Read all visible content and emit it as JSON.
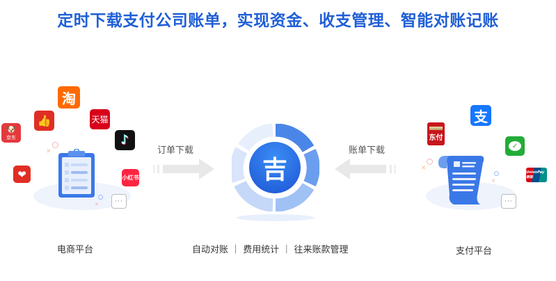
{
  "title": "定时下载支付公司账单，实现资金、收支管理、智能对账记账",
  "left": {
    "label": "电商平台",
    "apps": [
      {
        "name": "jd",
        "text": "京东",
        "color": "#e4393c"
      },
      {
        "name": "pinduoduo",
        "text": "",
        "color": "#e02e24"
      },
      {
        "name": "taobao",
        "text": "淘",
        "color": "#ff6a00"
      },
      {
        "name": "tmall",
        "text": "天猫",
        "color": "#d9001b"
      },
      {
        "name": "douyin",
        "text": "♪",
        "color": "#111111"
      },
      {
        "name": "pinduoduo-heart",
        "text": "",
        "color": "#e02e24"
      },
      {
        "name": "xiaohongshu",
        "text": "小红书",
        "color": "#ff2442"
      }
    ],
    "more": "···"
  },
  "center": {
    "logo_char": "吉",
    "features": "自动对账 ｜ 费用统计 ｜ 往来账款管理"
  },
  "arrows": {
    "left_label": "订单下载",
    "right_label": "账单下载"
  },
  "right": {
    "label": "支付平台",
    "apps": [
      {
        "name": "dongfu",
        "text": "东付",
        "color": "#c8161d"
      },
      {
        "name": "alipay",
        "text": "支",
        "color": "#1677ff"
      },
      {
        "name": "wechat-pay",
        "text": "✓",
        "color": "#22ac38"
      },
      {
        "name": "unionpay",
        "text": "UnionPay 银联",
        "color": "#d7000f"
      }
    ],
    "more": "···"
  },
  "colors": {
    "title": "#1f5fd6",
    "primary": "#2f6fe4",
    "light_blue": "#e8effc"
  }
}
